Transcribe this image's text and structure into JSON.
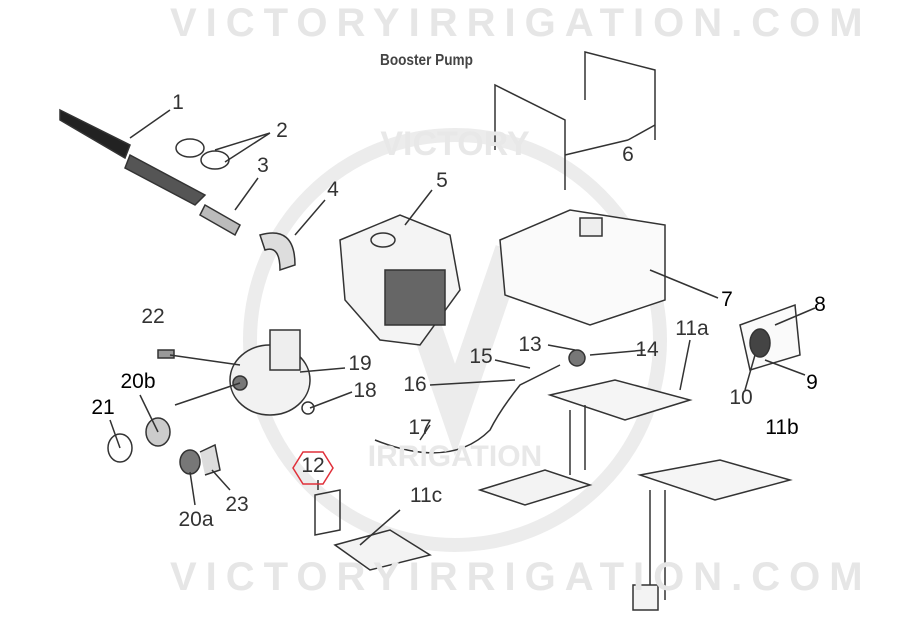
{
  "title": "Booster Pump",
  "watermark": {
    "top": "VICTORYIRRIGATION.COM",
    "bottom": "VICTORYIRRIGATION.COM",
    "logo_top": "VICTORY",
    "logo_bottom": "IRRIGATION"
  },
  "highlight_color": "#e0303a",
  "highlighted_part": "12",
  "parts": {
    "p1": "1",
    "p2": "2",
    "p3": "3",
    "p4": "4",
    "p5": "5",
    "p6": "6",
    "p7": "7",
    "p8": "8",
    "p9": "9",
    "p10": "10",
    "p11a": "11a",
    "p11b": "11b",
    "p11c": "11c",
    "p12": "12",
    "p13": "13",
    "p14": "14",
    "p15": "15",
    "p16": "16",
    "p17": "17",
    "p18": "18",
    "p19": "19",
    "p20a": "20a",
    "p20b": "20b",
    "p21": "21",
    "p22": "22",
    "p23": "23"
  }
}
